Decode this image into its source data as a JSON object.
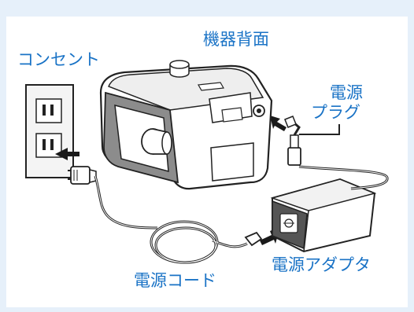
{
  "labels": {
    "device_back": "機器背面",
    "outlet": "コンセント",
    "power_plug_line1": "電源",
    "power_plug_line2": "プラグ",
    "power_adapter": "電源アダプタ",
    "power_cord": "電源コード"
  },
  "colors": {
    "background": "#e6f0fa",
    "panel": "#ffffff",
    "label_text": "#1a73c6",
    "callout_arrow": "#1a73c6",
    "outline": "#222222",
    "device_gray": "#8c8c8c"
  }
}
